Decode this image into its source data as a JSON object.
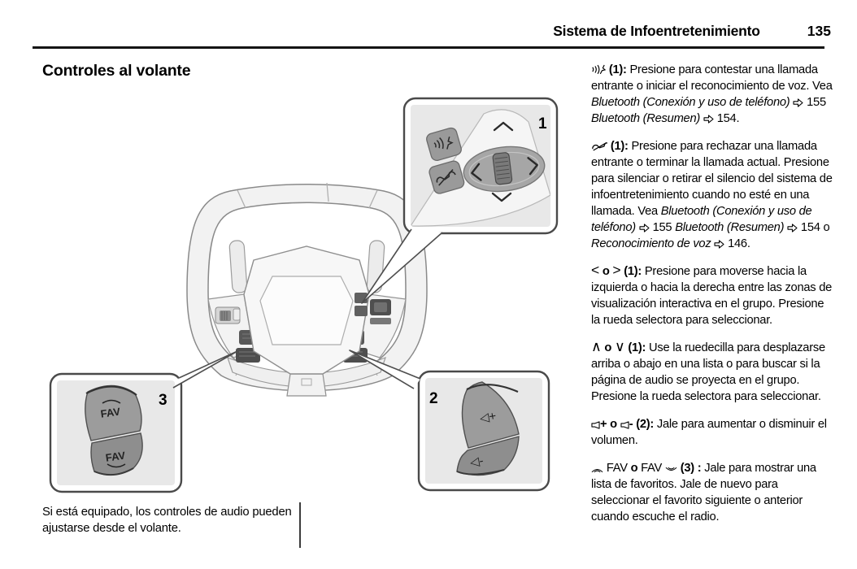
{
  "header": {
    "title": "Sistema de Infoentretenimiento",
    "page_number": "135"
  },
  "left": {
    "section_title": "Controles al volante",
    "caption": "Si está equipado, los controles de audio pueden ajustarse desde el volante.",
    "diagram": {
      "boxes": [
        {
          "label": "1"
        },
        {
          "label": "2"
        },
        {
          "label": "3"
        }
      ],
      "fav_label": "FAV",
      "volume_up_label": "◁+",
      "volume_down_label": "◁-"
    }
  },
  "right": {
    "paragraphs": [
      {
        "segments": [
          {
            "icon": "voice"
          },
          {
            "t": " (1): ",
            "b": 1
          },
          {
            "t": "Presione para contestar una llamada entrante o iniciar el reconocimiento de voz. Vea "
          },
          {
            "t": "Bluetooth (Conexión y uso de teléfono)",
            "i": 1
          },
          {
            "t": " "
          },
          {
            "icon": "ref-arrow"
          },
          {
            "t": " 155 "
          },
          {
            "t": "Bluetooth (Resumen)",
            "i": 1
          },
          {
            "t": " "
          },
          {
            "icon": "ref-arrow"
          },
          {
            "t": " 154."
          }
        ]
      },
      {
        "segments": [
          {
            "icon": "decline"
          },
          {
            "t": " (1): ",
            "b": 1
          },
          {
            "t": "Presione para rechazar una llamada entrante o terminar la llamada actual. Presione para silenciar o retirar el silencio del sistema de infoentretenimiento cuando no esté en una llamada. Vea "
          },
          {
            "t": "Bluetooth (Conexión y uso de teléfono)",
            "i": 1
          },
          {
            "t": " "
          },
          {
            "icon": "ref-arrow"
          },
          {
            "t": " 155 "
          },
          {
            "t": "Bluetooth (Resumen)",
            "i": 1
          },
          {
            "t": " "
          },
          {
            "icon": "ref-arrow"
          },
          {
            "t": " 154 o "
          },
          {
            "t": "Reconocimiento de voz",
            "i": 1
          },
          {
            "t": " "
          },
          {
            "icon": "ref-arrow"
          },
          {
            "t": " 146."
          }
        ]
      },
      {
        "segments": [
          {
            "t": "<",
            "s": 1
          },
          {
            "t": " o ",
            "b": 1
          },
          {
            "t": ">",
            "s": 1
          },
          {
            "t": " (1): ",
            "b": 1
          },
          {
            "t": "Presione para moverse hacia la izquierda o hacia la derecha entre las zonas de visualización interactiva en el grupo. Presione la rueda selectora para seleccionar."
          }
        ]
      },
      {
        "segments": [
          {
            "t": "∧",
            "s": 1
          },
          {
            "t": " o ",
            "b": 1
          },
          {
            "t": "∨",
            "s": 1
          },
          {
            "t": " (1): ",
            "b": 1
          },
          {
            "t": "Use la ruedecilla para desplazarse arriba o abajo en una lista o para buscar si la página de audio se proyecta en el grupo. Presione la rueda selectora para seleccionar."
          }
        ]
      },
      {
        "segments": [
          {
            "icon": "speaker"
          },
          {
            "t": "+",
            "b": 1
          },
          {
            "t": " o ",
            "b": 1
          },
          {
            "icon": "speaker"
          },
          {
            "t": "-",
            "b": 1
          },
          {
            "t": " (2): ",
            "b": 1
          },
          {
            "t": "Jale para aumentar o disminuir el volumen."
          }
        ]
      },
      {
        "segments": [
          {
            "icon": "fav-up"
          },
          {
            "t": " FAV "
          },
          {
            "t": "o",
            "b": 1
          },
          {
            "t": " FAV "
          },
          {
            "icon": "fav-down"
          },
          {
            "t": " (3) : ",
            "b": 1
          },
          {
            "t": "Jale para mostrar una lista de favoritos. Jale de nuevo para seleccionar el favorito siguiente o anterior cuando escuche el radio."
          }
        ]
      }
    ]
  }
}
